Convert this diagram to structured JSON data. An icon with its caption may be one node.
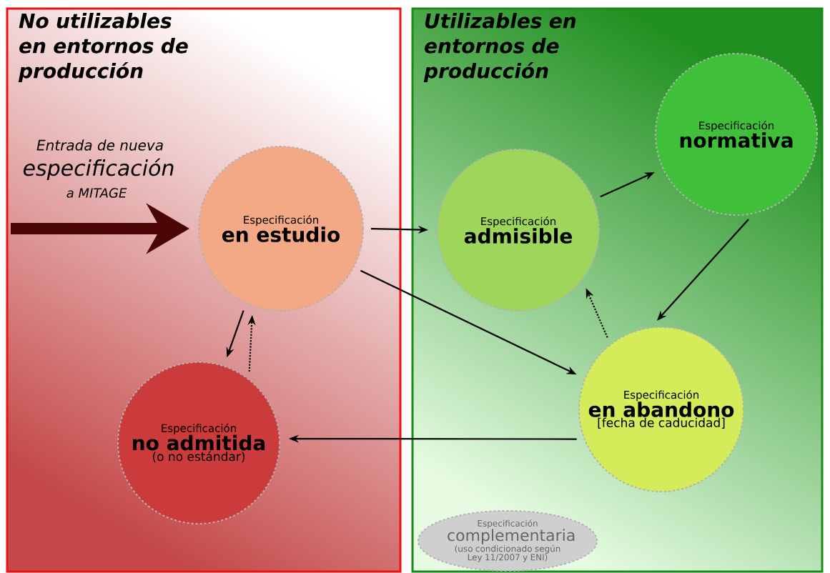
{
  "diagram": {
    "nodes": [
      {
        "text": [
          "No utilizables en entornos de producción"
        ]
      },
      {
        "text": [
          "Utilizables en entornos de producción"
        ]
      },
      {
        "text": [
          "Especificación",
          "en estudio"
        ],
        "in": 0
      },
      {
        "text": [
          "Especificación",
          "no admitida",
          "(o no estándar)"
        ],
        "in": 0
      },
      {
        "text": [
          "Especificación",
          "admisible"
        ],
        "in": 1
      },
      {
        "text": [
          "Especificación",
          "normativa"
        ],
        "in": 1
      },
      {
        "text": [
          "Especificación",
          "en abandono",
          "[fecha de caducidad]"
        ],
        "in": 1
      },
      {
        "text": [
          "Especificación",
          "complementaria",
          "(uso condicionado según Ley 11/2007 y ENI)"
        ],
        "in": 1
      }
    ],
    "edges": [
      {
        "from": null,
        "to": 2,
        "arrow": "to",
        "style": "thick",
        "color": "#4a0505"
      },
      {
        "from": 2,
        "to": 4,
        "arrow": "to"
      },
      {
        "from": 2,
        "to": 3,
        "arrow": "to"
      },
      {
        "from": 3,
        "to": 2,
        "arrow": "to",
        "style": "dashed"
      },
      {
        "from": 2,
        "to": 6,
        "arrow": "to"
      },
      {
        "from": 4,
        "to": 5,
        "arrow": "to"
      },
      {
        "from": 5,
        "to": 6,
        "arrow": "to"
      },
      {
        "from": 6,
        "to": 4,
        "arrow": "to",
        "style": "dashed"
      },
      {
        "from": 6,
        "to": 3,
        "arrow": "to"
      }
    ],
    "labels": [
      "Entrada de nueva",
      "especificación",
      "a MITAGE"
    ]
  }
}
